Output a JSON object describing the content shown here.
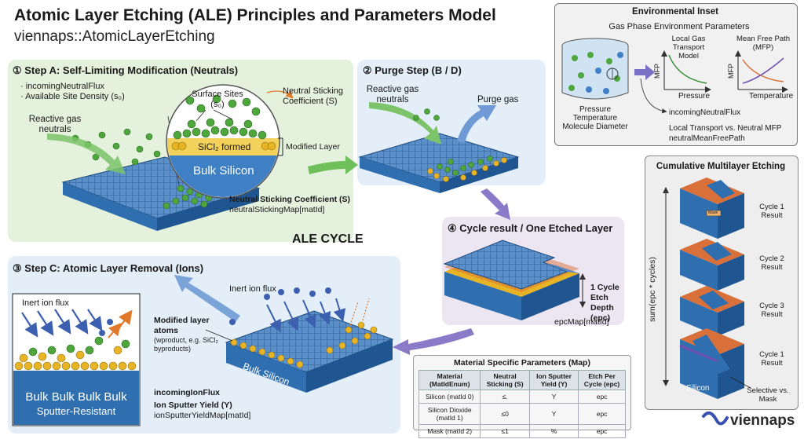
{
  "header": {
    "title": "Atomic Layer Etching (ALE) Principles and Parameters Model",
    "subtitle": "viennaps::AtomicLayerEtching"
  },
  "step_a": {
    "title": "① Step A: Self-Limiting Modification (Neutrals)",
    "params": [
      "· incomingNeutralFlux",
      "· Available Site Density (s₀)"
    ],
    "reactive_gas": "Reactive gas neutrals",
    "surface_sites": "Surface Sites (s₀)",
    "sticking_coeff": "Neutral Sticking Coefficient (S)",
    "sicl2": "SiCl₂ formed",
    "modified_layer": "Modified Layer",
    "bulk_silicon": "Bulk Silicon",
    "bottom_label": "Neutral Sticking Coefficient (S)",
    "bottom_code": "neutralStickingMap[matId]"
  },
  "purge": {
    "title": "② Purge Step (B / D)",
    "reactive_gas": "Reactive gas neutrals",
    "purge_gas": "Purge gas"
  },
  "cycle_label": "ALE CYCLE",
  "cycle_result": {
    "title": "④ Cycle result / One Etched Layer",
    "depth": "1 Cycle Etch Depth (epc)",
    "code": "epcMap[matId]"
  },
  "step_c": {
    "title": "③ Step C: Atomic Layer Removal (Ions)",
    "inert_flux": "Inert ion flux",
    "bulk_row": "Bulk Bulk Bulk Bulk",
    "sputter_resistant": "Sputter-Resistant",
    "ion_flux": "Inert ion flux",
    "modified_atoms": "Modified layer atoms",
    "modified_atoms_note": "(wproduct, e.g. SiCl₂ byproducts)",
    "bulk_silicon": "Bulk Silicon",
    "incoming_ion_flux": "incomingIonFlux",
    "ion_yield": "Ion Sputter Yield (Y)",
    "ion_yield_code": "ionSputterYieldMap[matId]"
  },
  "material_table": {
    "title": "Material Specific Parameters (Map)",
    "headers": [
      "Material (MatIdEnum)",
      "Neutral Sticking (S)",
      "Ion Sputter Yield (Y)",
      "Etch Per Cycle (epc)"
    ],
    "rows": [
      [
        "Silicon (matId 0)",
        "≤.",
        "Y",
        "epc"
      ],
      [
        "Silicon Dioxide (matId 1)",
        "≤0",
        "Y",
        "epc"
      ],
      [
        "Mask (matId 2)",
        "≤1",
        "%",
        "epc"
      ]
    ]
  },
  "env_inset": {
    "title": "Environmental Inset",
    "subtitle": "Gas Phase Environment Parameters",
    "local_transport": "Local Gas Transport Model",
    "mfp_title": "Mean Free Path (MFP)",
    "mfp_axis": "MFP",
    "pressure_axis": "Pressure",
    "temperature_axis": "Temperature",
    "vessel_labels": "Pressure Temperature Molecule Diameter",
    "flux_param": "incomingNeutralFlux",
    "transport_vs": "Local Transport vs. Neutral MFP",
    "mfp_param": "neutralMeanFreePath"
  },
  "multilayer": {
    "title": "Cumulative Multilayer Etching",
    "sum_label": "sum(epc * cycles)",
    "results": [
      "Cycle 1 Result",
      "Cycle 2 Result",
      "Cycle 3 Result",
      "Cycle 1 Result"
    ],
    "mask_tag": "Mask",
    "silicon": "Silicon",
    "selective": "Selective vs. Mask"
  },
  "logo": {
    "text": "viennaps"
  },
  "colors": {
    "green_panel": "#e4f1dc",
    "blue_panel": "#e3eef8",
    "purple_panel": "#ece6f3",
    "silicon_blue": "#3f7fc3",
    "atom_green": "#4ea63d",
    "atom_yellow": "#e6b424",
    "mask_orange": "#d9703a"
  }
}
